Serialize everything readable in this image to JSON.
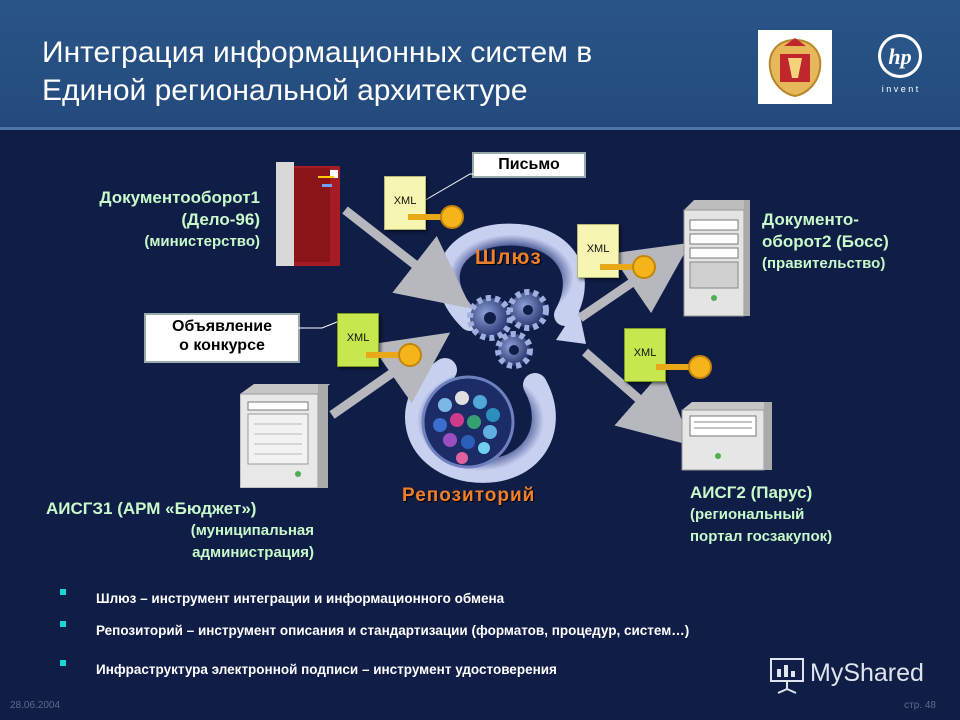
{
  "header": {
    "title_line1": "Интеграция информационных систем в",
    "title_line2": "Единой региональной архитектуре",
    "hp_text": "hp",
    "hp_tagline": "i n v e n t"
  },
  "nodes": {
    "doc1": {
      "line1": "Документооборот1",
      "line2": "(Дело-96)",
      "line3": "(министерство)"
    },
    "doc2": {
      "line1": "Документо-",
      "line2": "оборот2 (Босс)",
      "line3": "(правительство)"
    },
    "aisgz1": {
      "line1": "АИСГЗ1 (АРМ «Бюджет»)",
      "line2": "(муниципальная",
      "line3": "администрация)"
    },
    "aisg2": {
      "line1": "АИСГ2 (Парус)",
      "line2": "(региональный",
      "line3": "портал госзакупок)"
    }
  },
  "message_boxes": {
    "letter": "Письмо",
    "announce_line1": "Объявление",
    "announce_line2": "о конкурсе"
  },
  "xml_label": "XML",
  "core": {
    "gateway": "Шлюз",
    "repository": "Репозиторий"
  },
  "bullets": [
    "Шлюз – инструмент интеграции и информационного обмена",
    "Репозиторий – инструмент описания и стандартизации (форматов, процедур, систем…)",
    "Инфраструктура электронной подписи – инструмент удостоверения"
  ],
  "footer": {
    "date": "28.06.2004",
    "page": "стр. 48"
  },
  "watermark": {
    "text": "MyShared"
  },
  "colors": {
    "background": "#0f1d47",
    "header": "#2a5588",
    "label_green": "#c7f9c9",
    "accent_orange": "#f07f2a",
    "bullet": "#19d7d7"
  }
}
